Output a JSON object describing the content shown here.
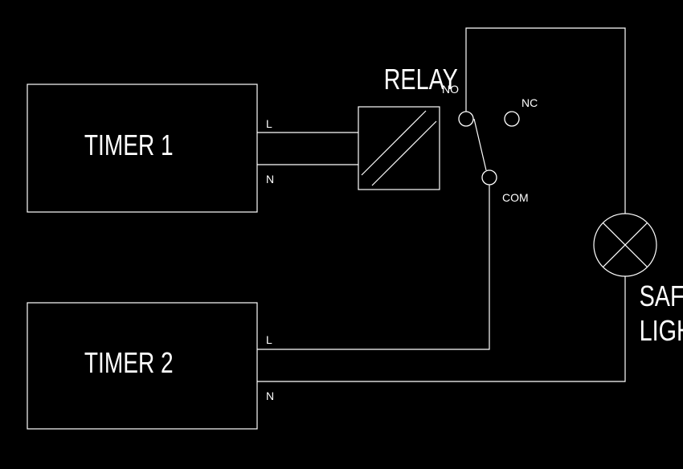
{
  "diagram": {
    "timer1": {
      "name": "TIMER 1",
      "terminal_l": "L",
      "terminal_n": "N"
    },
    "timer2": {
      "name": "TIMER 2",
      "terminal_l": "L",
      "terminal_n": "N"
    },
    "relay": {
      "name": "RELAY",
      "contact_no": "NO",
      "contact_nc": "NC",
      "contact_com": "COM"
    },
    "lamp": {
      "name_line1": "SAFE",
      "name_line2": "LIGHT"
    },
    "colors": {
      "background": "#000000",
      "foreground": "#ffffff"
    }
  }
}
